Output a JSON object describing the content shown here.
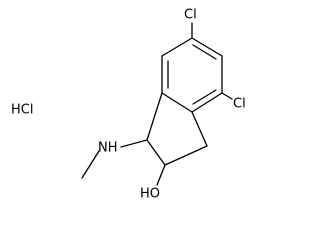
{
  "diagram": {
    "labels": {
      "cl_top": "Cl",
      "cl_right": "Cl",
      "hcl": "HCl",
      "nh": "NH",
      "oh": "HO"
    },
    "colors": {
      "bond": "#000000",
      "background": "#ffffff"
    }
  }
}
